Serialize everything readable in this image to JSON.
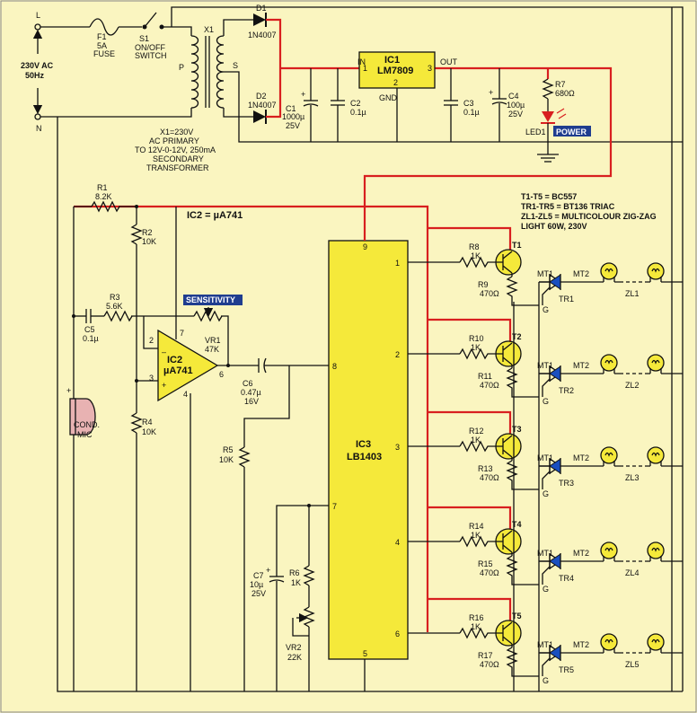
{
  "input": {
    "L": "L",
    "N": "N",
    "ac": "230V AC",
    "hz": "50Hz"
  },
  "fuse": {
    "ref": "F1",
    "val": "5A",
    "type": "FUSE"
  },
  "switch": {
    "ref": "S1",
    "l1": "ON/OFF",
    "l2": "SWITCH"
  },
  "transformer": {
    "ref": "X1",
    "p": "P",
    "s": "S",
    "n1": "X1=230V",
    "n2": "AC PRIMARY",
    "n3": "TO 12V-0-12V, 250mA",
    "n4": "SECONDARY",
    "n5": "TRANSFORMER"
  },
  "d1": {
    "ref": "D1",
    "val": "1N4007"
  },
  "d2": {
    "ref": "D2",
    "val": "1N4007"
  },
  "c1": {
    "ref": "C1",
    "v1": "1000µ",
    "v2": "25V"
  },
  "c2": {
    "ref": "C2",
    "val": "0.1µ"
  },
  "ic1": {
    "ref": "IC1",
    "part": "LM7809",
    "in": "IN",
    "out": "OUT",
    "gnd": "GND",
    "p1": "1",
    "p2": "2",
    "p3": "3"
  },
  "c3": {
    "ref": "C3",
    "val": "0.1µ"
  },
  "c4": {
    "ref": "C4",
    "v1": "100µ",
    "v2": "25V"
  },
  "r7": {
    "ref": "R7",
    "val": "680Ω"
  },
  "led1": {
    "ref": "LED1",
    "badge": "POWER"
  },
  "notes": [
    "T1-T5 = BC557",
    "TR1-TR5 = BT136 TRIAC",
    "ZL1-ZL5 = MULTICOLOUR ZIG-ZAG",
    "LIGHT 60W, 230V"
  ],
  "ic2note": "IC2 = µA741",
  "r1": {
    "ref": "R1",
    "val": "8.2K"
  },
  "r2": {
    "ref": "R2",
    "val": "10K"
  },
  "r3": {
    "ref": "R3",
    "val": "5.6K"
  },
  "r4": {
    "ref": "R4",
    "val": "10K"
  },
  "r5": {
    "ref": "R5",
    "val": "10K"
  },
  "c5": {
    "ref": "C5",
    "val": "0.1µ"
  },
  "mic": {
    "plus": "+",
    "l1": "COND.",
    "l2": "MIC"
  },
  "sens": "SENSITIVITY",
  "vr1": {
    "ref": "VR1",
    "val": "47K"
  },
  "ic2": {
    "ref": "IC2",
    "part": "µA741",
    "p2": "2",
    "p3": "3",
    "p4": "4",
    "p6": "6",
    "p7": "7",
    "minus": "–",
    "plus": "+"
  },
  "c6": {
    "ref": "C6",
    "v1": "0.47µ",
    "v2": "16V"
  },
  "ic3": {
    "ref": "IC3",
    "part": "LB1403",
    "p9": "9",
    "p8": "8",
    "p7": "7",
    "p5": "5",
    "out1": "1",
    "out2": "2",
    "out3": "3",
    "out4": "4",
    "out5": "6"
  },
  "c7": {
    "ref": "C7",
    "v1": "10µ",
    "v2": "25V"
  },
  "r6": {
    "ref": "R6",
    "val": "1K"
  },
  "vr2": {
    "ref": "VR2",
    "val": "22K"
  },
  "stages": [
    {
      "rb": "R8",
      "rbv": "1K",
      "t": "T1",
      "re": "R9",
      "rev": "470Ω",
      "tr": "TR1",
      "zl": "ZL1"
    },
    {
      "rb": "R10",
      "rbv": "1K",
      "t": "T2",
      "re": "R11",
      "rev": "470Ω",
      "tr": "TR2",
      "zl": "ZL2"
    },
    {
      "rb": "R12",
      "rbv": "1K",
      "t": "T3",
      "re": "R13",
      "rev": "470Ω",
      "tr": "TR3",
      "zl": "ZL3"
    },
    {
      "rb": "R14",
      "rbv": "1K",
      "t": "T4",
      "re": "R15",
      "rev": "470Ω",
      "tr": "TR4",
      "zl": "ZL4"
    },
    {
      "rb": "R16",
      "rbv": "1K",
      "t": "T5",
      "re": "R17",
      "rev": "470Ω",
      "tr": "TR5",
      "zl": "ZL5"
    }
  ],
  "mt1": "MT1",
  "mt2": "MT2",
  "g": "G"
}
